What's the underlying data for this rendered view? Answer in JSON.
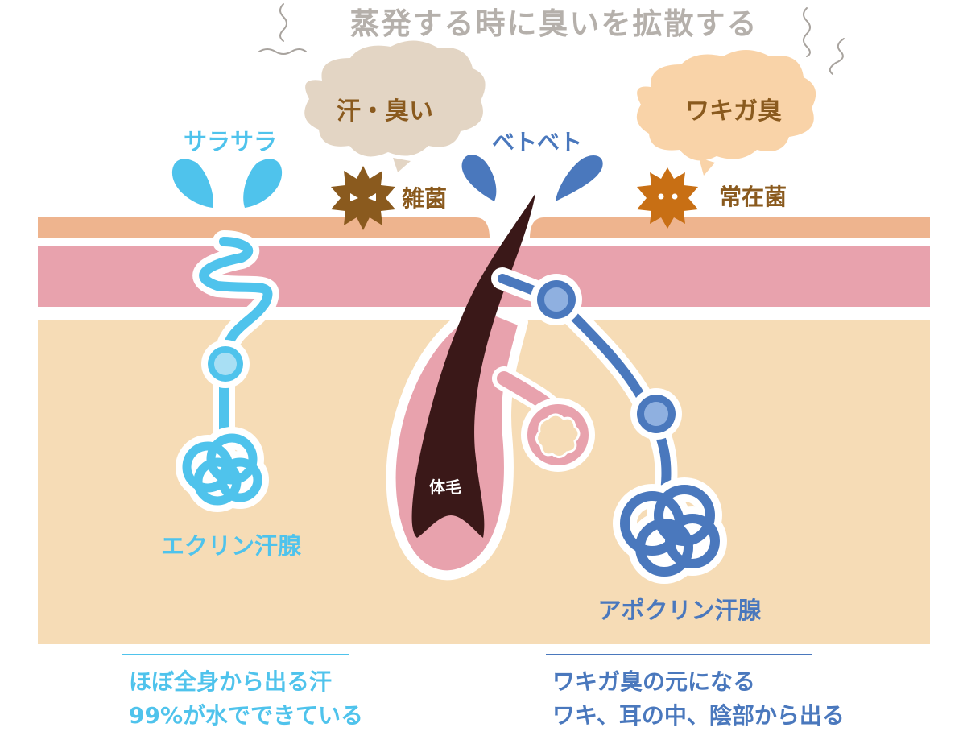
{
  "title": "蒸発する時に臭いを拡散する",
  "bubbles": {
    "left": "汗・臭い",
    "right": "ワキガ臭"
  },
  "labels": {
    "smooth": "サラサラ",
    "sticky": "ベトベト",
    "germs": "雑菌",
    "resident_bacteria": "常在菌",
    "body_hair": "体毛",
    "eccrine": "エクリン汗腺",
    "apocrine": "アポクリン汗腺"
  },
  "notes": {
    "eccrine": [
      "ほぼ全身から出る汗",
      "99%が水でできている"
    ],
    "apocrine": [
      "ワキガ臭の元になる",
      "ワキ、耳の中、陰部から出る"
    ]
  },
  "colors": {
    "title": "#b5b0ab",
    "light_blue": "#4fc3ec",
    "dark_blue": "#4a78bd",
    "brown_text": "#8a5a1e",
    "epidermis": "#eeb48e",
    "dermis": "#e8a2ad",
    "subcutis": "#f6dcb6",
    "hair": "#3a1818",
    "bubble_left": "#e3d5c4",
    "bubble_right": "#f9d3a8",
    "germ": "#8a5a1e",
    "bacteria": "#c86f14"
  },
  "icons": [
    "wavy-odor-line",
    "droplet-icon",
    "spiky-germ-icon",
    "bacteria-icon"
  ]
}
